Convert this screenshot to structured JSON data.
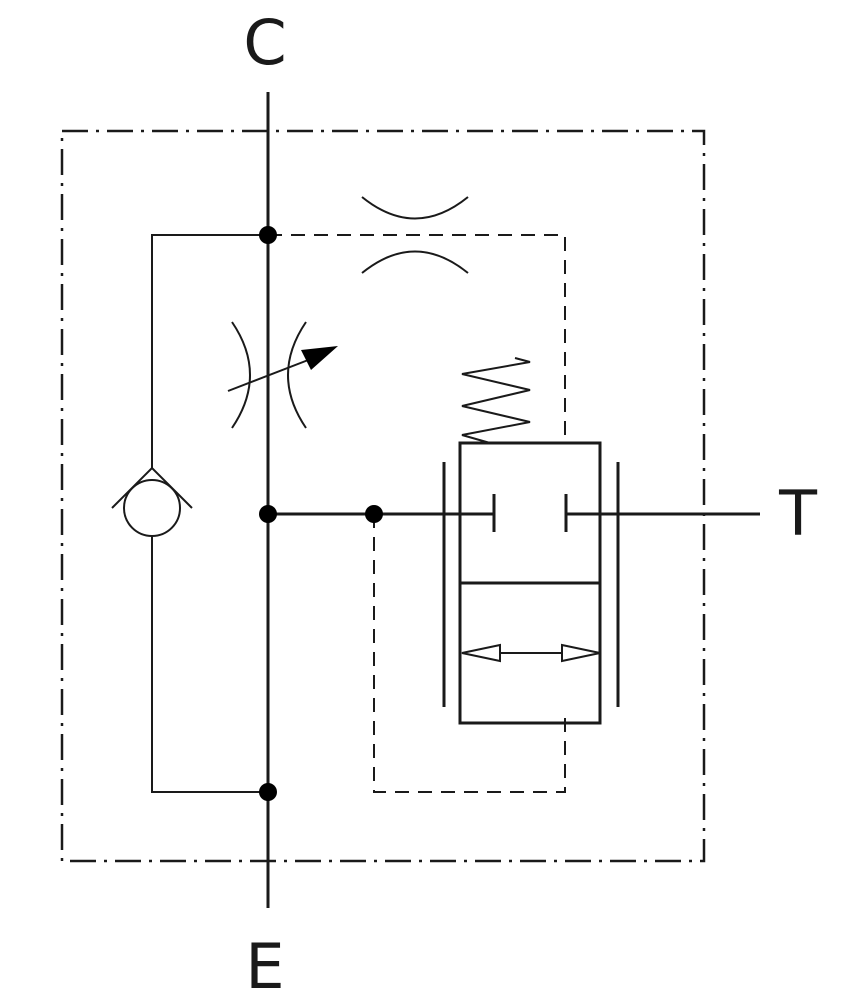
{
  "ports": {
    "top": "C",
    "bottom": "E",
    "right": "T"
  },
  "colors": {
    "stroke": "#1a1a1a",
    "background": "#ffffff"
  }
}
